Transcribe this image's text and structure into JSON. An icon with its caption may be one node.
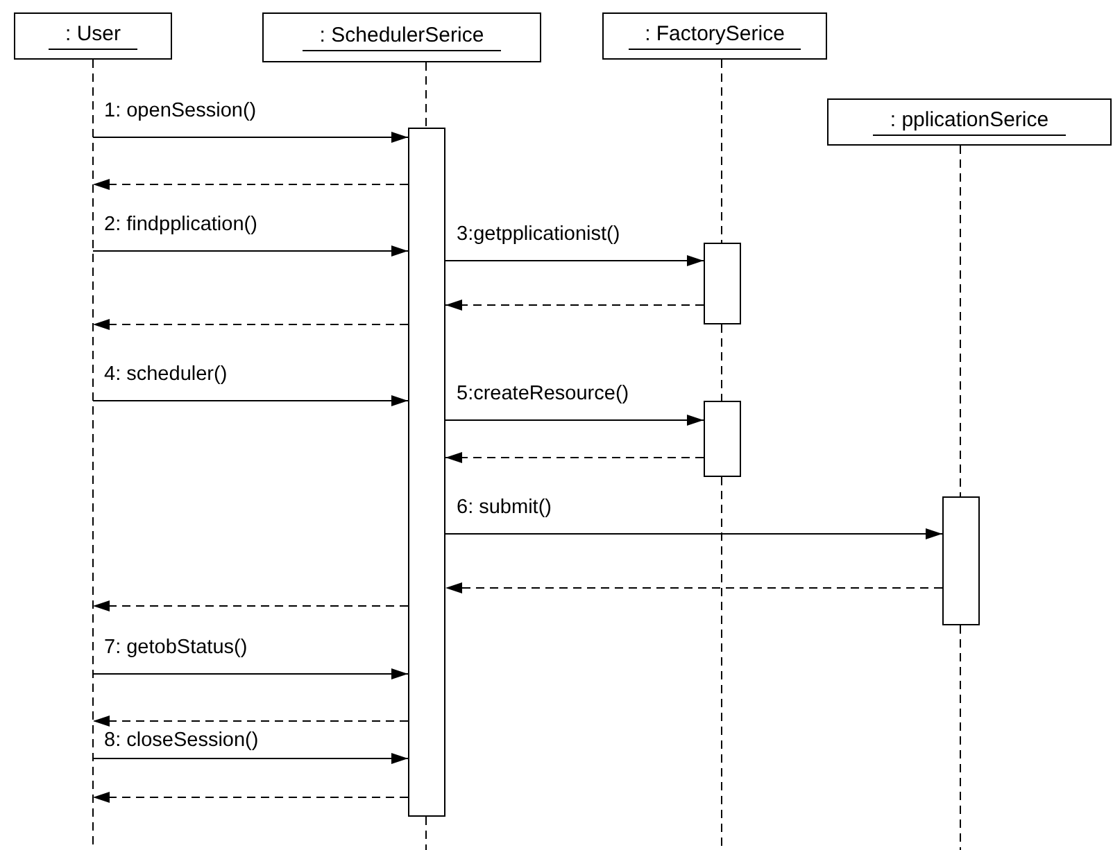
{
  "diagram": {
    "nodes": [
      {
        "text": [
          ": User"
        ]
      },
      {
        "text": [
          ": SchedulerSerice"
        ]
      },
      {
        "text": [
          ": FactorySerice"
        ]
      },
      {
        "text": [
          ": pplicationSerice"
        ]
      },
      {
        "text": [],
        "shape": "bar"
      },
      {
        "text": [],
        "shape": "bar"
      },
      {
        "text": [],
        "shape": "bar"
      },
      {
        "text": [],
        "shape": "bar"
      }
    ],
    "edges": [
      {
        "from": 0,
        "to": null,
        "arrow": "none",
        "style": "dashed"
      },
      {
        "from": 1,
        "to": 4,
        "arrow": "none",
        "style": "dashed"
      },
      {
        "from": 4,
        "to": null,
        "arrow": "none",
        "style": "dashed"
      },
      {
        "from": 2,
        "to": 5,
        "arrow": "none",
        "style": "dashed"
      },
      {
        "from": 5,
        "to": 6,
        "arrow": "none",
        "style": "dashed"
      },
      {
        "from": 6,
        "to": null,
        "arrow": "none",
        "style": "dashed"
      },
      {
        "from": 3,
        "to": 7,
        "arrow": "none",
        "style": "dashed"
      },
      {
        "from": 7,
        "to": null,
        "arrow": "none",
        "style": "dashed"
      },
      {
        "from": null,
        "to": 4,
        "arrow": "to",
        "label": "1: openSession()"
      },
      {
        "from": 4,
        "to": null,
        "arrow": "to",
        "style": "dashed"
      },
      {
        "from": null,
        "to": 4,
        "arrow": "to",
        "label": "2: findpplication()"
      },
      {
        "from": 4,
        "to": 5,
        "arrow": "to",
        "label": "3:getpplicationist()"
      },
      {
        "from": 5,
        "to": 4,
        "arrow": "to",
        "style": "dashed"
      },
      {
        "from": 4,
        "to": null,
        "arrow": "to",
        "style": "dashed"
      },
      {
        "from": null,
        "to": 4,
        "arrow": "to",
        "label": "4: scheduler()"
      },
      {
        "from": 4,
        "to": 6,
        "arrow": "to",
        "label": "5:createResource()"
      },
      {
        "from": 6,
        "to": 4,
        "arrow": "to",
        "style": "dashed"
      },
      {
        "from": 4,
        "to": 7,
        "arrow": "to",
        "label": "6: submit()"
      },
      {
        "from": 7,
        "to": 4,
        "arrow": "to",
        "style": "dashed"
      },
      {
        "from": 4,
        "to": null,
        "arrow": "to",
        "style": "dashed"
      },
      {
        "from": null,
        "to": 4,
        "arrow": "to",
        "label": "7: getobStatus()"
      },
      {
        "from": 4,
        "to": null,
        "arrow": "to",
        "style": "dashed"
      },
      {
        "from": null,
        "to": 4,
        "arrow": "to",
        "label": "8: closeSession()"
      },
      {
        "from": 4,
        "to": null,
        "arrow": "to",
        "style": "dashed"
      }
    ]
  }
}
